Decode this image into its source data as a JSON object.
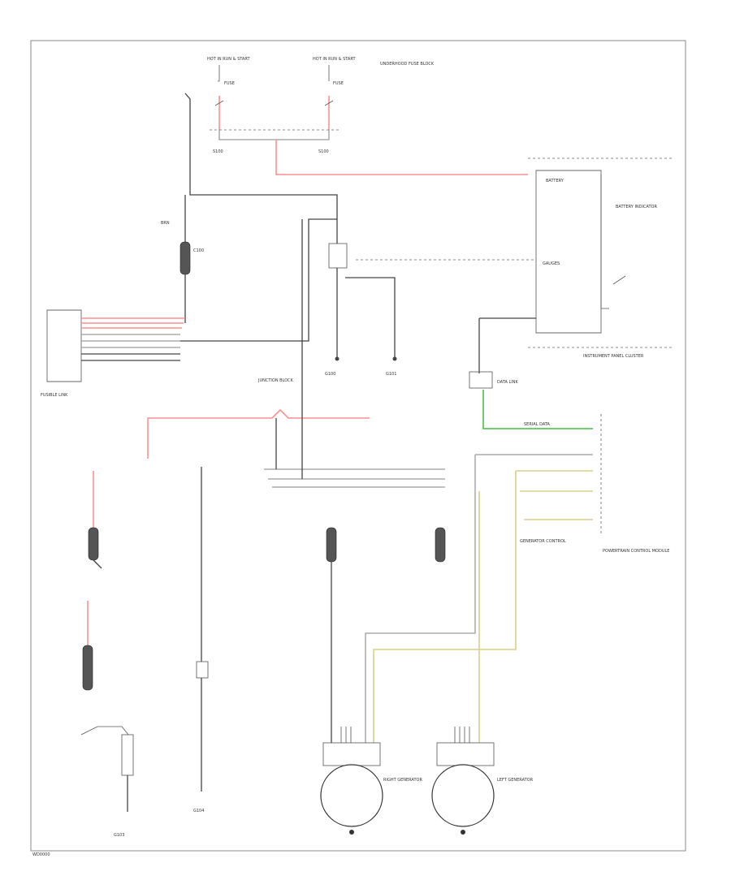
{
  "diagram": {
    "labels": {
      "hot_batt_left": "HOT IN RUN & START",
      "hot_batt_right": "HOT IN RUN & START",
      "fuse_left": "FUSE",
      "fuse_right": "FUSE",
      "splice_left": "S100",
      "splice_right": "S100",
      "underhood_box": "UNDERHOOD FUSE BLOCK",
      "instrument_cluster": "INSTRUMENT PANEL CLUSTER",
      "battery": "BATTERY",
      "battery_indicator": "BATTERY INDICATOR",
      "gauges": "GAUGES",
      "ground_left": "G100",
      "ground_right": "G101",
      "powertrain_module": "POWERTRAIN CONTROL MODULE",
      "data_link": "DATA LINK",
      "serial_data": "SERIAL DATA",
      "left_generator": "LEFT GENERATOR",
      "right_generator": "RIGHT GENERATOR",
      "generator_control": "GENERATOR CONTROL",
      "ground_bottom_left": "G103",
      "ground_bottom_mid": "G104",
      "fusible_link": "FUSIBLE LINK",
      "junction": "JUNCTION BLOCK",
      "footer_code": "WD0000"
    }
  }
}
